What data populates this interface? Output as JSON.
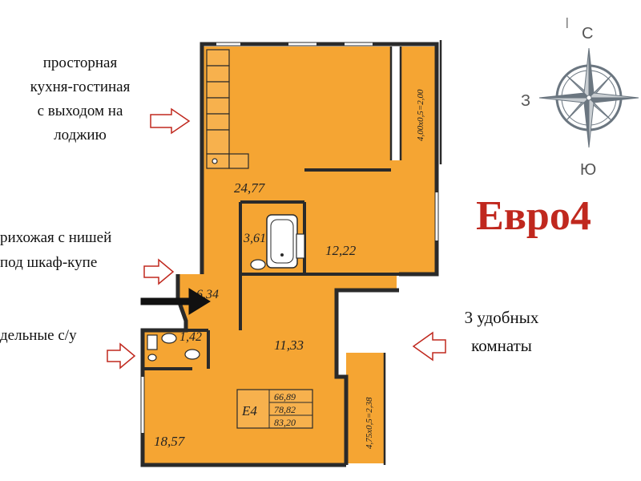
{
  "title": "Евро4",
  "compass": {
    "north": "С",
    "west": "З",
    "south": "Ю"
  },
  "callouts": {
    "kitchen": [
      "просторная",
      "кухня-гостиная",
      "с выходом на",
      "лоджию"
    ],
    "hallway": [
      "рихожая с нишей",
      "под шкаф-купе"
    ],
    "bathrooms": [
      "дельные с/у"
    ],
    "rooms": [
      "3 удобных",
      "комнаты"
    ]
  },
  "areas": {
    "kitchen_living": "24,77",
    "bathroom": "3,61",
    "bedroom_top": "12,22",
    "hallway": "6,34",
    "wc": "1,42",
    "bedroom_middle": "11,33",
    "bedroom_bottom": "18,57"
  },
  "loggias": {
    "top": "4,00х0,5=2,00",
    "bottom": "4,75х0,5=2,38"
  },
  "plan_label": {
    "code": "Е4",
    "values": [
      "66,89",
      "78,82",
      "83,20"
    ]
  },
  "colors": {
    "floor": "#f5a533",
    "wall": "#2a2a2a",
    "title": "#c0281e",
    "arrow_outline": "#c0281e",
    "compass": "#6b7680"
  }
}
